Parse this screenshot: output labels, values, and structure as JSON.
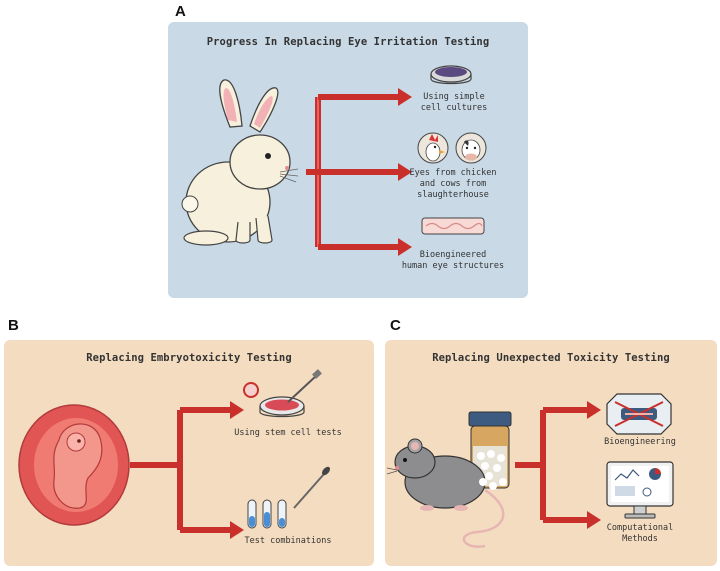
{
  "panels": {
    "a": {
      "letter": "A",
      "title": "Progress In Replacing Eye Irritation Testing",
      "items": [
        {
          "line1": "Using simple",
          "line2": "cell cultures",
          "icon": "petri-dish-icon"
        },
        {
          "line1": "Eyes from chicken",
          "line2": "and cows from",
          "line3": "slaughterhouse",
          "icon": "chicken-cow-icon"
        },
        {
          "line1": "Bioengineered",
          "line2": "human eye structures",
          "icon": "tissue-strip-icon"
        }
      ],
      "subject_icon": "rabbit-icon"
    },
    "b": {
      "letter": "B",
      "title": "Replacing Embryotoxicity Testing",
      "items": [
        {
          "line1": "Using stem cell tests",
          "icon": "stem-cell-dish-icon"
        },
        {
          "line1": "Test combinations",
          "icon": "test-tubes-icon"
        }
      ],
      "subject_icon": "embryo-icon"
    },
    "c": {
      "letter": "C",
      "title": "Replacing Unexpected Toxicity Testing",
      "items": [
        {
          "line1": "Bioengineering",
          "icon": "organ-chip-icon"
        },
        {
          "line1": "Computational",
          "line2": "Methods",
          "icon": "computer-monitor-icon"
        }
      ],
      "subject_icon": "mouse-icon"
    }
  },
  "colors": {
    "panel_a_bg": "#c9d9e6",
    "panel_bc_bg": "#f4dcc0",
    "arrow": "#c9302c"
  }
}
